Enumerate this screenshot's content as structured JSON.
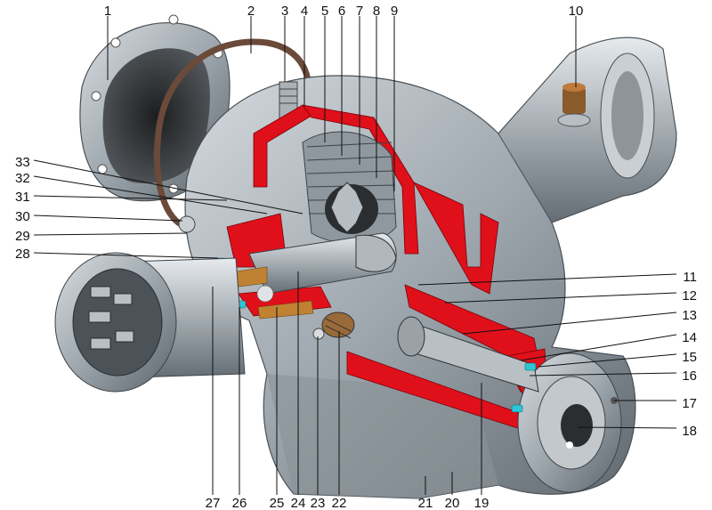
{
  "callouts": [
    {
      "id": "1"
    },
    {
      "id": "2"
    },
    {
      "id": "3"
    },
    {
      "id": "4"
    },
    {
      "id": "5"
    },
    {
      "id": "6"
    },
    {
      "id": "7"
    },
    {
      "id": "8"
    },
    {
      "id": "9"
    },
    {
      "id": "10"
    },
    {
      "id": "11"
    },
    {
      "id": "12"
    },
    {
      "id": "13"
    },
    {
      "id": "14"
    },
    {
      "id": "15"
    },
    {
      "id": "16"
    },
    {
      "id": "17"
    },
    {
      "id": "18"
    },
    {
      "id": "19"
    },
    {
      "id": "20"
    },
    {
      "id": "21"
    },
    {
      "id": "22"
    },
    {
      "id": "23"
    },
    {
      "id": "24"
    },
    {
      "id": "25"
    },
    {
      "id": "26"
    },
    {
      "id": "27"
    },
    {
      "id": "28"
    },
    {
      "id": "29"
    },
    {
      "id": "30"
    },
    {
      "id": "31"
    },
    {
      "id": "32"
    },
    {
      "id": "33"
    }
  ],
  "colors": {
    "housing": "#9ea7ae",
    "housing_dark": "#6e777e",
    "cutaway": "#e0101a",
    "gasket": "#6b4a3a",
    "bronze": "#b07a3a",
    "seal": "#2cc7d6"
  }
}
